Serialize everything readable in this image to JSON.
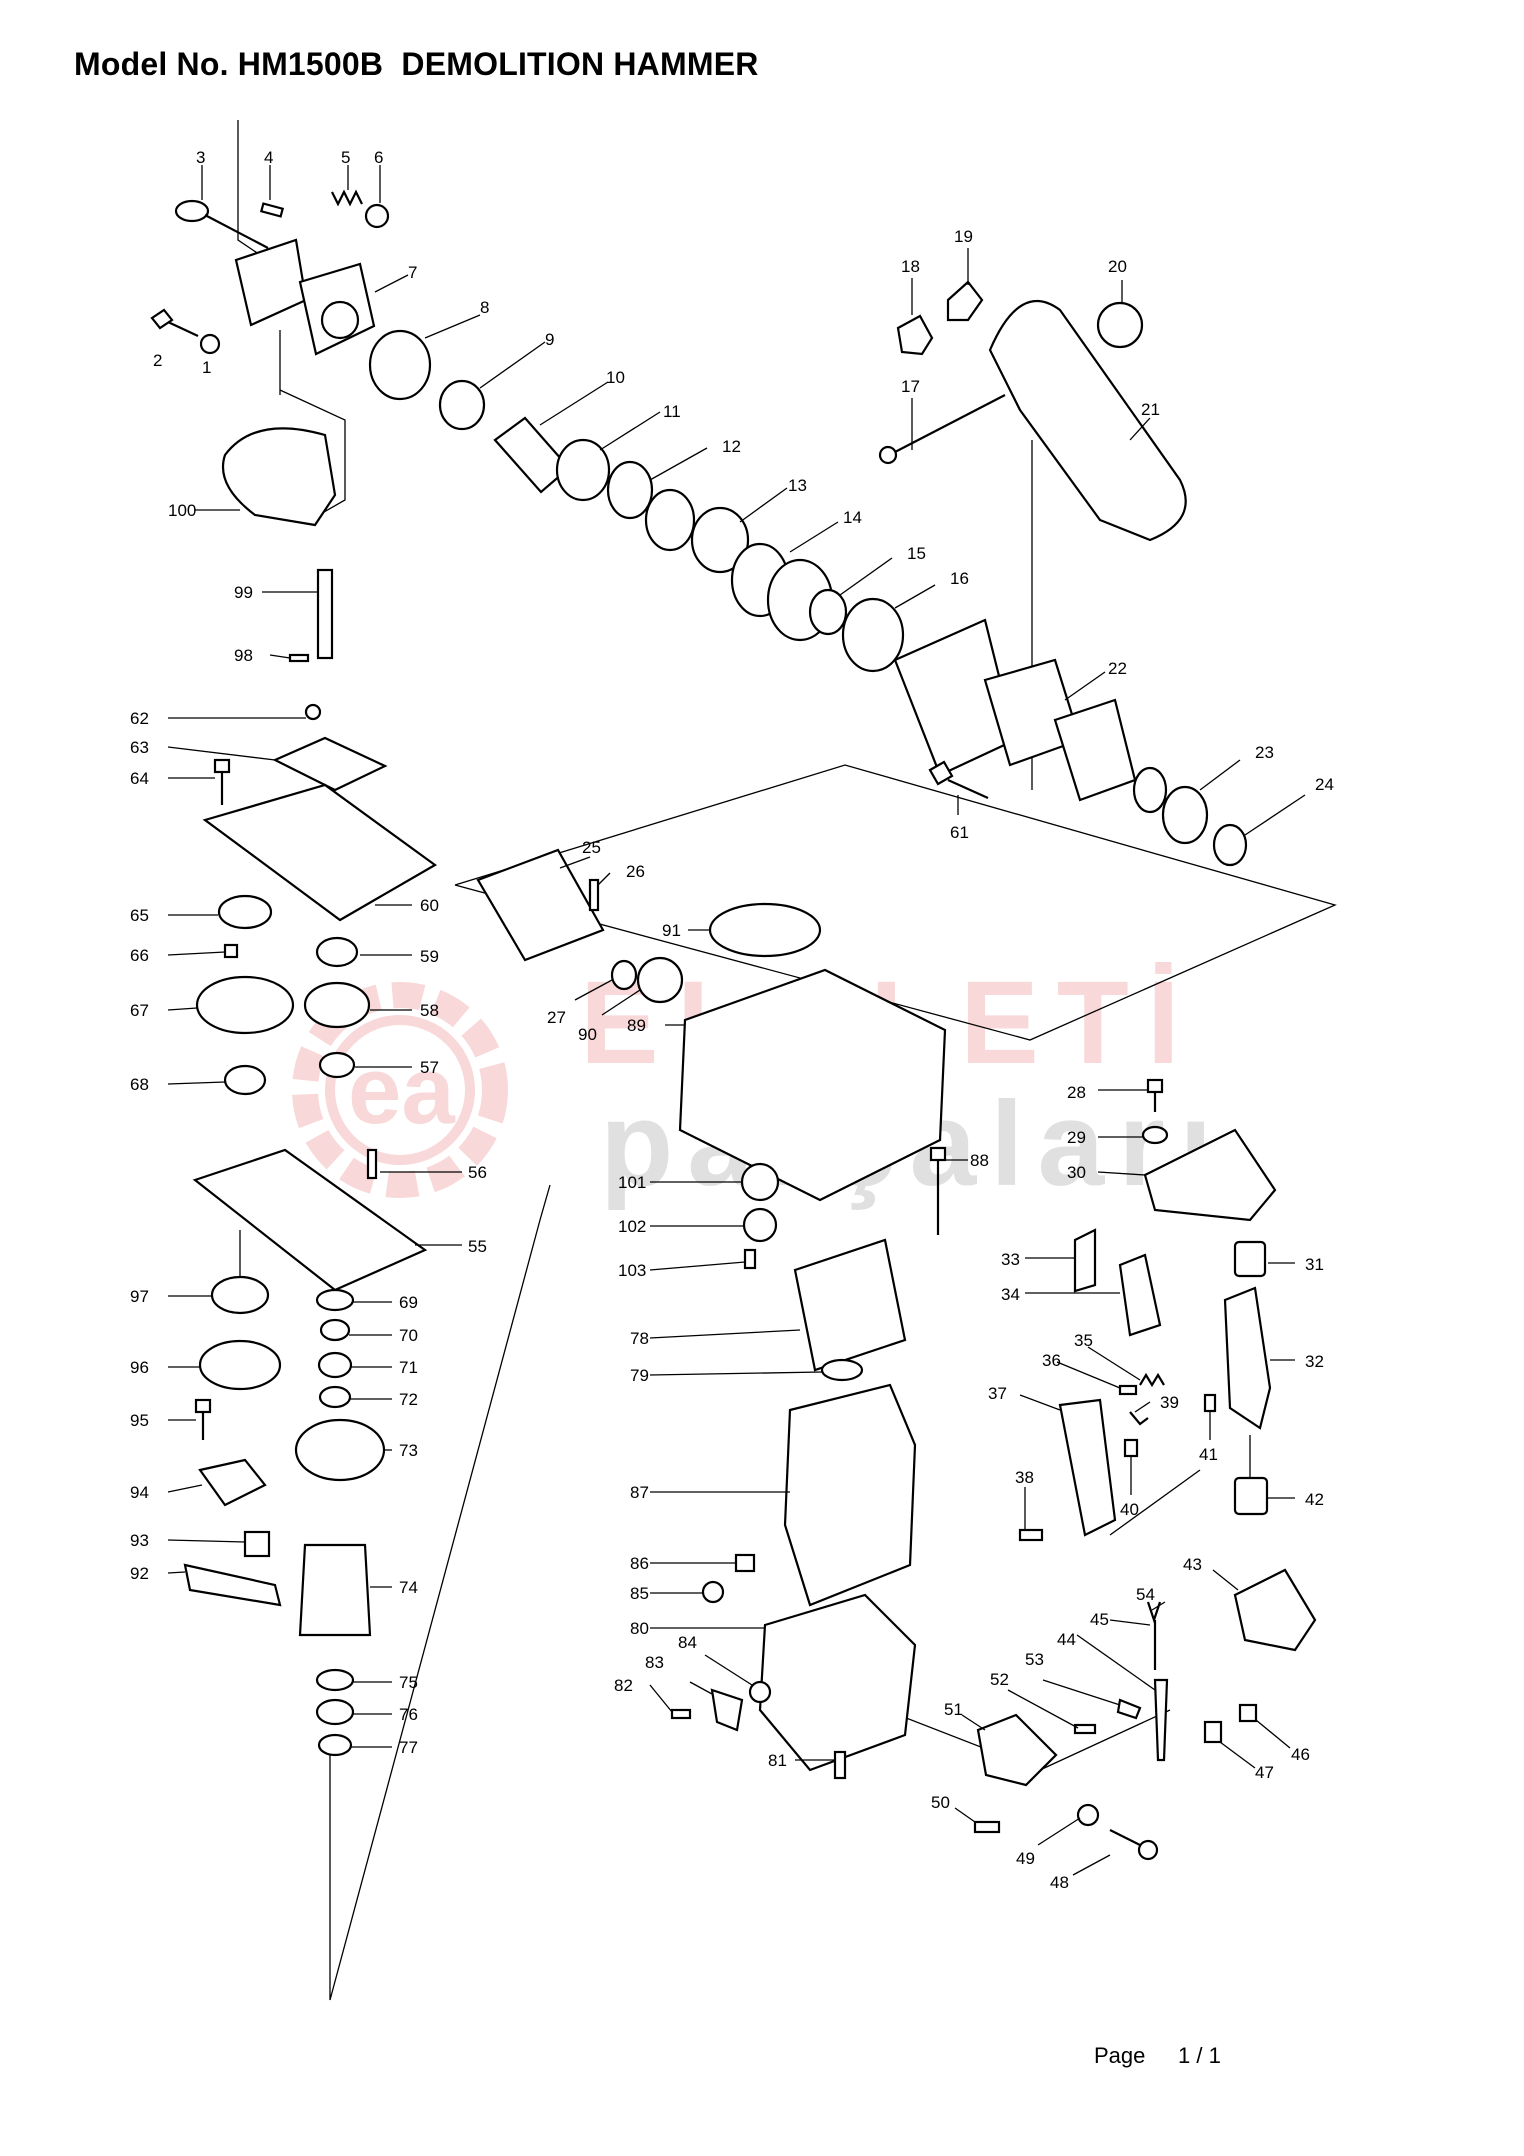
{
  "header": {
    "title": "Model No. HM1500B  DEMOLITION HAMMER"
  },
  "watermark": {
    "line1": "ELALETİ",
    "line2": "parçaları",
    "logo": "ea"
  },
  "footer": {
    "page_label": "Page",
    "page_count": "1 / 1"
  },
  "icons": {
    "logo": "gear-logo-icon"
  },
  "colors": {
    "watermark_red": "#e05050",
    "watermark_gray": "#777777",
    "line": "#000000"
  },
  "parts": [
    {
      "id": "p1",
      "label": "1"
    },
    {
      "id": "p2",
      "label": "2"
    },
    {
      "id": "p3",
      "label": "3"
    },
    {
      "id": "p4",
      "label": "4"
    },
    {
      "id": "p5",
      "label": "5"
    },
    {
      "id": "p6",
      "label": "6"
    },
    {
      "id": "p7",
      "label": "7"
    },
    {
      "id": "p8",
      "label": "8"
    },
    {
      "id": "p9",
      "label": "9"
    },
    {
      "id": "p10",
      "label": "10"
    },
    {
      "id": "p11",
      "label": "11"
    },
    {
      "id": "p12",
      "label": "12"
    },
    {
      "id": "p13",
      "label": "13"
    },
    {
      "id": "p14",
      "label": "14"
    },
    {
      "id": "p15",
      "label": "15"
    },
    {
      "id": "p16",
      "label": "16"
    },
    {
      "id": "p17",
      "label": "17"
    },
    {
      "id": "p18",
      "label": "18"
    },
    {
      "id": "p19",
      "label": "19"
    },
    {
      "id": "p20",
      "label": "20"
    },
    {
      "id": "p21",
      "label": "21"
    },
    {
      "id": "p22",
      "label": "22"
    },
    {
      "id": "p23",
      "label": "23"
    },
    {
      "id": "p24",
      "label": "24"
    },
    {
      "id": "p25",
      "label": "25"
    },
    {
      "id": "p26",
      "label": "26"
    },
    {
      "id": "p27",
      "label": "27"
    },
    {
      "id": "p28",
      "label": "28"
    },
    {
      "id": "p29",
      "label": "29"
    },
    {
      "id": "p30",
      "label": "30"
    },
    {
      "id": "p31",
      "label": "31"
    },
    {
      "id": "p32",
      "label": "32"
    },
    {
      "id": "p33",
      "label": "33"
    },
    {
      "id": "p34",
      "label": "34"
    },
    {
      "id": "p35",
      "label": "35"
    },
    {
      "id": "p36",
      "label": "36"
    },
    {
      "id": "p37",
      "label": "37"
    },
    {
      "id": "p38",
      "label": "38"
    },
    {
      "id": "p39",
      "label": "39"
    },
    {
      "id": "p40",
      "label": "40"
    },
    {
      "id": "p41",
      "label": "41"
    },
    {
      "id": "p42",
      "label": "42"
    },
    {
      "id": "p43",
      "label": "43"
    },
    {
      "id": "p44",
      "label": "44"
    },
    {
      "id": "p45",
      "label": "45"
    },
    {
      "id": "p46",
      "label": "46"
    },
    {
      "id": "p47",
      "label": "47"
    },
    {
      "id": "p48",
      "label": "48"
    },
    {
      "id": "p49",
      "label": "49"
    },
    {
      "id": "p50",
      "label": "50"
    },
    {
      "id": "p51",
      "label": "51"
    },
    {
      "id": "p52",
      "label": "52"
    },
    {
      "id": "p53",
      "label": "53"
    },
    {
      "id": "p54",
      "label": "54"
    },
    {
      "id": "p55",
      "label": "55"
    },
    {
      "id": "p56",
      "label": "56"
    },
    {
      "id": "p57",
      "label": "57"
    },
    {
      "id": "p58",
      "label": "58"
    },
    {
      "id": "p59",
      "label": "59"
    },
    {
      "id": "p60",
      "label": "60"
    },
    {
      "id": "p61",
      "label": "61"
    },
    {
      "id": "p62",
      "label": "62"
    },
    {
      "id": "p63",
      "label": "63"
    },
    {
      "id": "p64",
      "label": "64"
    },
    {
      "id": "p65",
      "label": "65"
    },
    {
      "id": "p66",
      "label": "66"
    },
    {
      "id": "p67",
      "label": "67"
    },
    {
      "id": "p68",
      "label": "68"
    },
    {
      "id": "p69",
      "label": "69"
    },
    {
      "id": "p70",
      "label": "70"
    },
    {
      "id": "p71",
      "label": "71"
    },
    {
      "id": "p72",
      "label": "72"
    },
    {
      "id": "p73",
      "label": "73"
    },
    {
      "id": "p74",
      "label": "74"
    },
    {
      "id": "p75",
      "label": "75"
    },
    {
      "id": "p76",
      "label": "76"
    },
    {
      "id": "p77",
      "label": "77"
    },
    {
      "id": "p78",
      "label": "78"
    },
    {
      "id": "p79",
      "label": "79"
    },
    {
      "id": "p80",
      "label": "80"
    },
    {
      "id": "p81",
      "label": "81"
    },
    {
      "id": "p82",
      "label": "82"
    },
    {
      "id": "p83",
      "label": "83"
    },
    {
      "id": "p84",
      "label": "84"
    },
    {
      "id": "p85",
      "label": "85"
    },
    {
      "id": "p86",
      "label": "86"
    },
    {
      "id": "p87",
      "label": "87"
    },
    {
      "id": "p88",
      "label": "88"
    },
    {
      "id": "p89",
      "label": "89"
    },
    {
      "id": "p90",
      "label": "90"
    },
    {
      "id": "p91",
      "label": "91"
    },
    {
      "id": "p92",
      "label": "92"
    },
    {
      "id": "p93",
      "label": "93"
    },
    {
      "id": "p94",
      "label": "94"
    },
    {
      "id": "p95",
      "label": "95"
    },
    {
      "id": "p96",
      "label": "96"
    },
    {
      "id": "p97",
      "label": "97"
    },
    {
      "id": "p98",
      "label": "98"
    },
    {
      "id": "p99",
      "label": "99"
    },
    {
      "id": "p100",
      "label": "100"
    },
    {
      "id": "p101",
      "label": "101"
    },
    {
      "id": "p102",
      "label": "102"
    },
    {
      "id": "p103",
      "label": "103"
    }
  ]
}
